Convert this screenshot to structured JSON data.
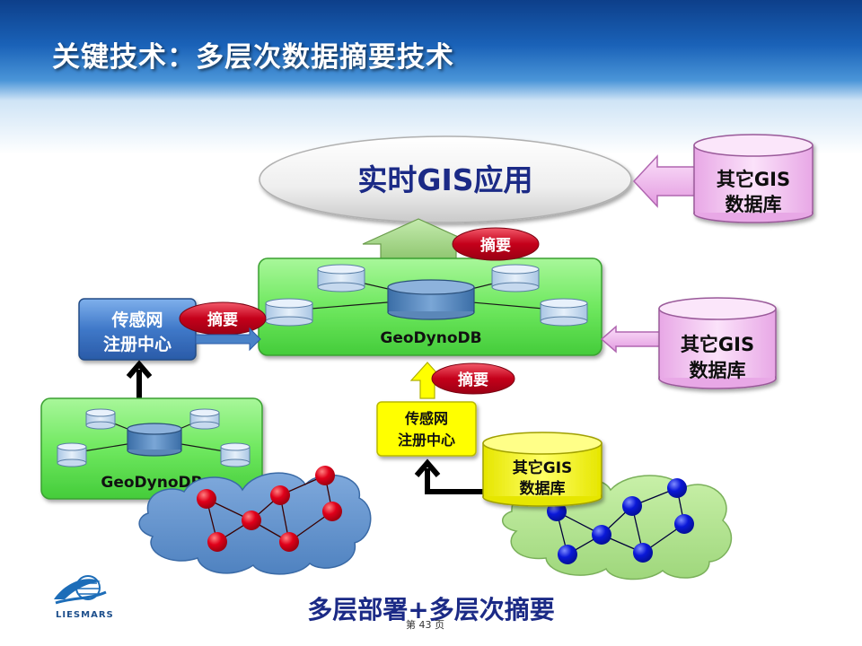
{
  "slide": {
    "title": "关键技术：多层次数据摘要技术",
    "bottom_title": "多层部署+多层次摘要",
    "page_number": "第 43 页",
    "logo_text": "LIESMARS"
  },
  "diagram": {
    "app_label": "实时GIS应用",
    "geodynodb_label": "GeoDynoDB",
    "sensor_registry_label": [
      "传感网",
      "注册中心"
    ],
    "other_gis_db_label": [
      "其它GIS",
      "数据库"
    ],
    "summary_label": "摘要"
  },
  "colors": {
    "header_blue": "#1a62b8",
    "node_green": "#78f06a",
    "registry_blue": "#3f78c8",
    "registry_yellow": "#ffff00",
    "summary_red": "#c4001a",
    "db_pink": "#f6c8f2",
    "arrow_green": "#a8d88a",
    "arrow_pink": "#f0b8ee",
    "sensor_red": "#e0001a",
    "sensor_blue": "#0a18d8"
  }
}
